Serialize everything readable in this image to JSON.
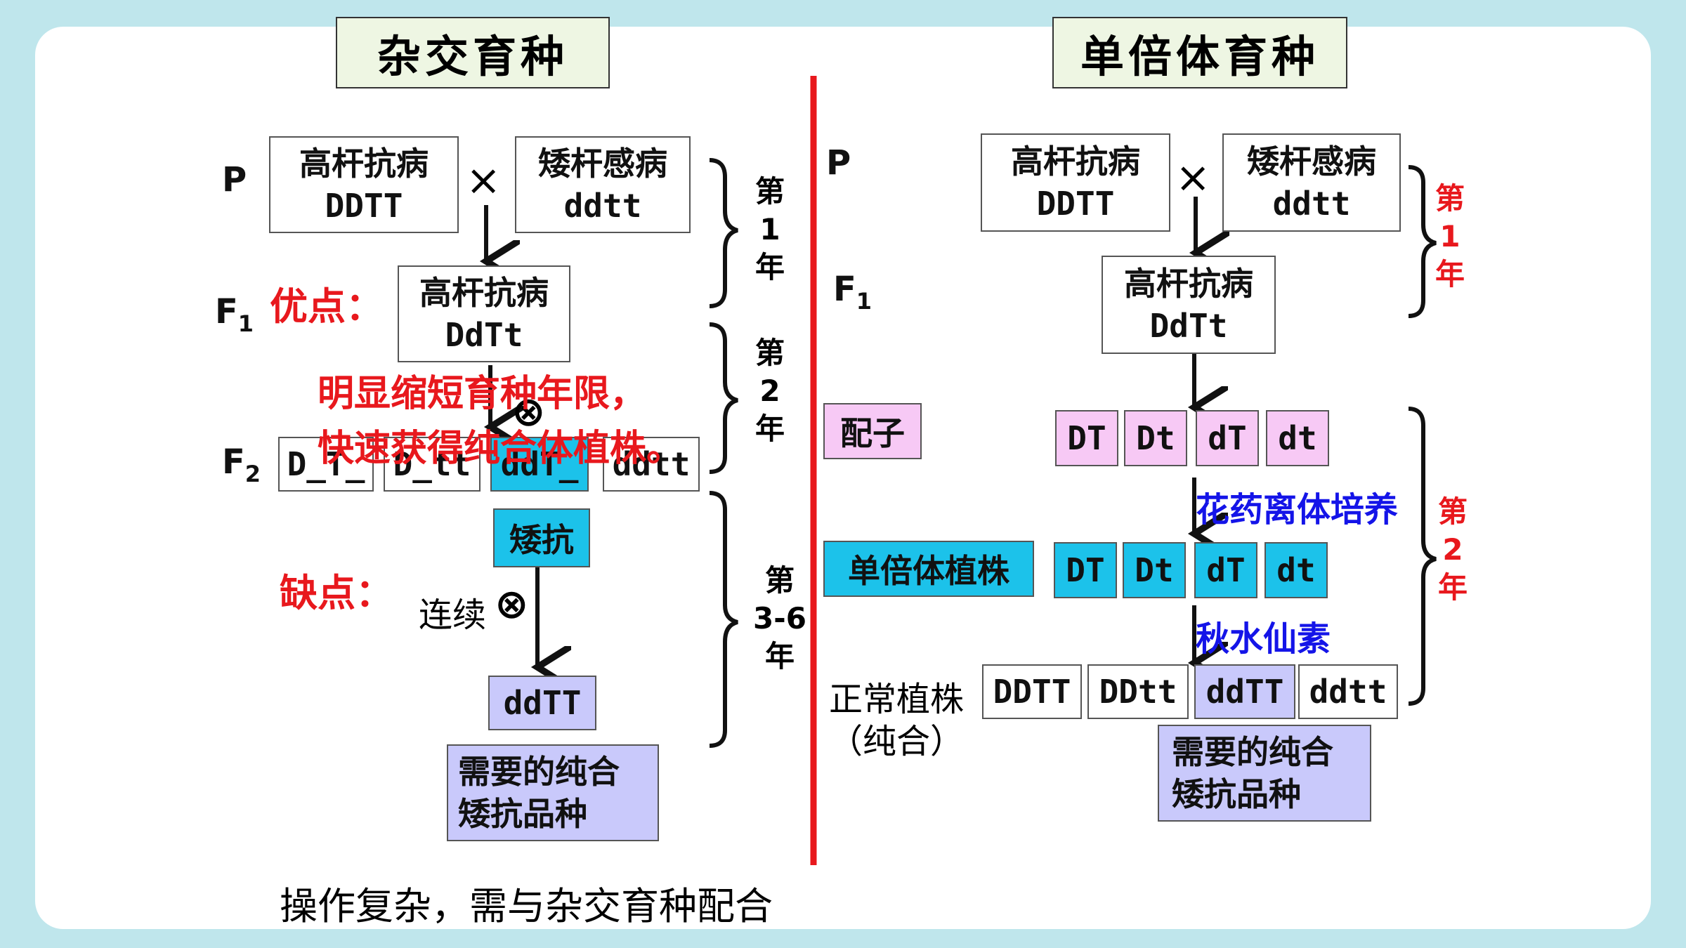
{
  "left": {
    "title": "杂交育种",
    "p_label": "P",
    "f1_label": "F",
    "f1_sub": "1",
    "f2_label": "F",
    "f2_sub": "2",
    "parent1": {
      "line1": "高杆抗病",
      "line2": "DDTT"
    },
    "cross": "×",
    "parent2": {
      "line1": "矮杆感病",
      "line2": "ddtt"
    },
    "f1": {
      "line1": "高杆抗病",
      "line2": "DdTt"
    },
    "f2_boxes": [
      "D_T_",
      "D_tt",
      "ddT_",
      "ddtt"
    ],
    "selected": "矮抗",
    "continuous_label": "连续",
    "result": "ddTT",
    "goal": {
      "line1": "需要的纯合",
      "line2": "矮抗品种"
    },
    "year1": [
      "第",
      "1",
      "年"
    ],
    "year2": [
      "第",
      "2",
      "年"
    ],
    "year3": [
      "第",
      "3-6",
      "年"
    ],
    "advantage_label": "优点：",
    "advantage_text1": "明显缩短育种年限，",
    "advantage_text2": "快速获得纯合体植株。",
    "disadvantage_label": "缺点：",
    "disadvantage_text": "操作复杂，需与杂交育种配合"
  },
  "right": {
    "title": "单倍体育种",
    "p_label": "P",
    "f1_label": "F",
    "f1_sub": "1",
    "parent1": {
      "line1": "高杆抗病",
      "line2": "DDTT"
    },
    "cross": "×",
    "parent2": {
      "line1": "矮杆感病",
      "line2": "ddtt"
    },
    "f1": {
      "line1": "高杆抗病",
      "line2": "DdTt"
    },
    "gamete_label": "配子",
    "gametes": [
      "DT",
      "Dt",
      "dT",
      "dt"
    ],
    "step1": "花药离体培养",
    "haploid_label": "单倍体植株",
    "haploids": [
      "DT",
      "Dt",
      "dT",
      "dt"
    ],
    "step2": "秋水仙素",
    "normal_label1": "正常植株",
    "normal_label2": "（纯合）",
    "normals": [
      "DDTT",
      "DDtt",
      "ddTT",
      "ddtt"
    ],
    "goal": {
      "line1": "需要的纯合",
      "line2": "矮抗品种"
    },
    "year1": [
      "第",
      "1",
      "年"
    ],
    "year2": [
      "第",
      "2",
      "年"
    ]
  },
  "colors": {
    "accent_red": "#e8181d",
    "blue": "#1414e8",
    "cyan": "#1cc2ea",
    "pink": "#f7c9f5",
    "lavender": "#c9c9fb"
  },
  "icons": {
    "cross_symbol": "×",
    "selfing_symbol": "⊗"
  }
}
